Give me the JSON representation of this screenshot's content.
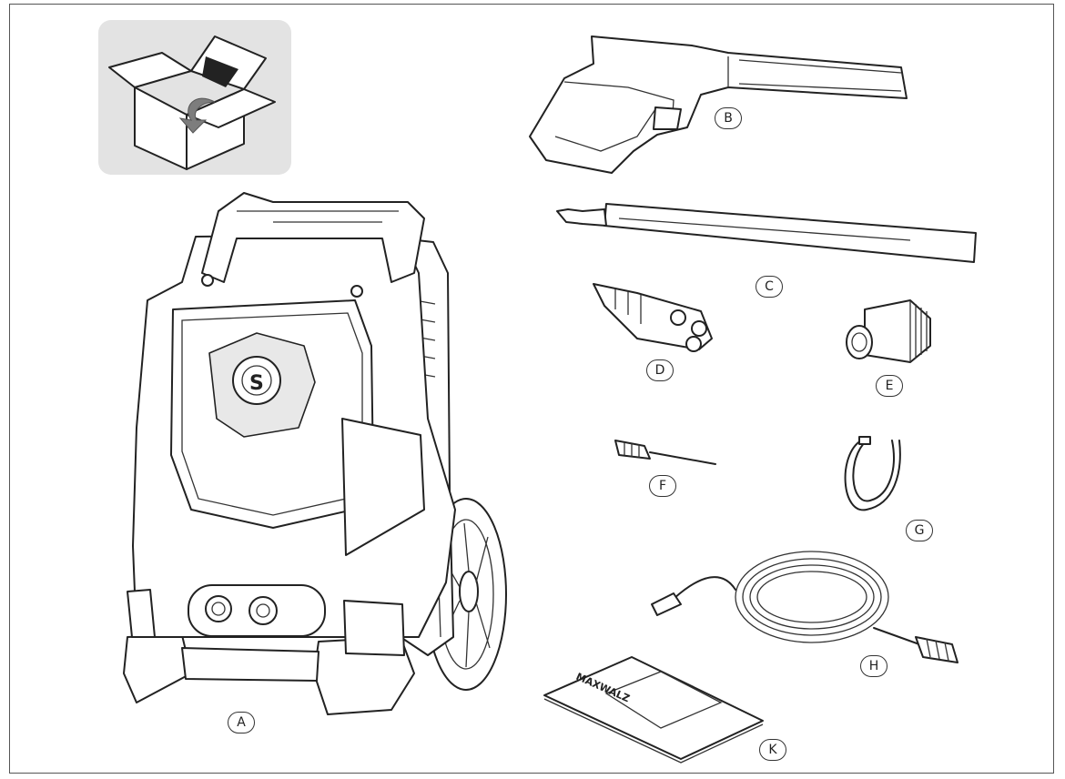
{
  "callouts": {
    "a": "A",
    "b": "B",
    "c": "C",
    "d": "D",
    "e": "E",
    "f": "F",
    "g": "G",
    "h": "H",
    "k": "K"
  },
  "manual": {
    "brand": "MAXWALZ"
  },
  "icons": {
    "unboxing": "open-box-icon"
  }
}
